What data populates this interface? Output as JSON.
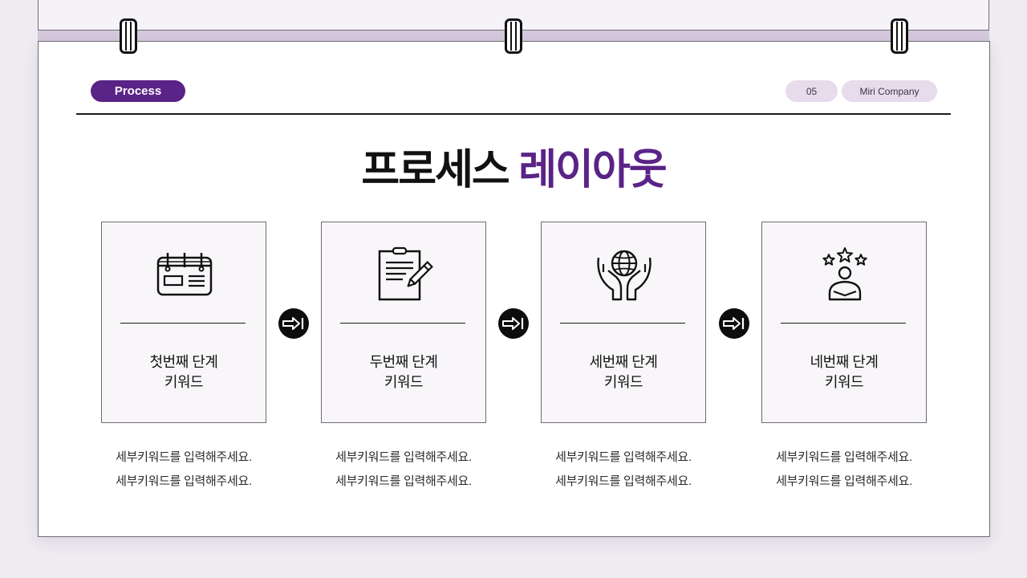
{
  "header": {
    "section_label": "Process",
    "page_number": "05",
    "company": "Miri Company"
  },
  "title": {
    "part1": "프로세스",
    "part2": "레이아웃"
  },
  "steps": [
    {
      "icon": "calendar-icon",
      "line1": "첫번째 단계",
      "line2": "키워드",
      "desc1": "세부키워드를 입력해주세요.",
      "desc2": "세부키워드를 입력해주세요."
    },
    {
      "icon": "clipboard-pen-icon",
      "line1": "두번째 단계",
      "line2": "키워드",
      "desc1": "세부키워드를 입력해주세요.",
      "desc2": "세부키워드를 입력해주세요."
    },
    {
      "icon": "hands-globe-icon",
      "line1": "세번째 단계",
      "line2": "키워드",
      "desc1": "세부키워드를 입력해주세요.",
      "desc2": "세부키워드를 입력해주세요."
    },
    {
      "icon": "person-stars-icon",
      "line1": "네번째 단계",
      "line2": "키워드",
      "desc1": "세부키워드를 입력해주세요.",
      "desc2": "세부키워드를 입력해주세요."
    }
  ],
  "arrows": [
    "arrow-right-icon",
    "arrow-right-icon",
    "arrow-right-icon"
  ],
  "colors": {
    "accent": "#5a2387",
    "pill_light": "#e6dcec",
    "band": "#d5c8dc",
    "background": "#eeebf1",
    "card_fill": "#f8f6f9"
  }
}
